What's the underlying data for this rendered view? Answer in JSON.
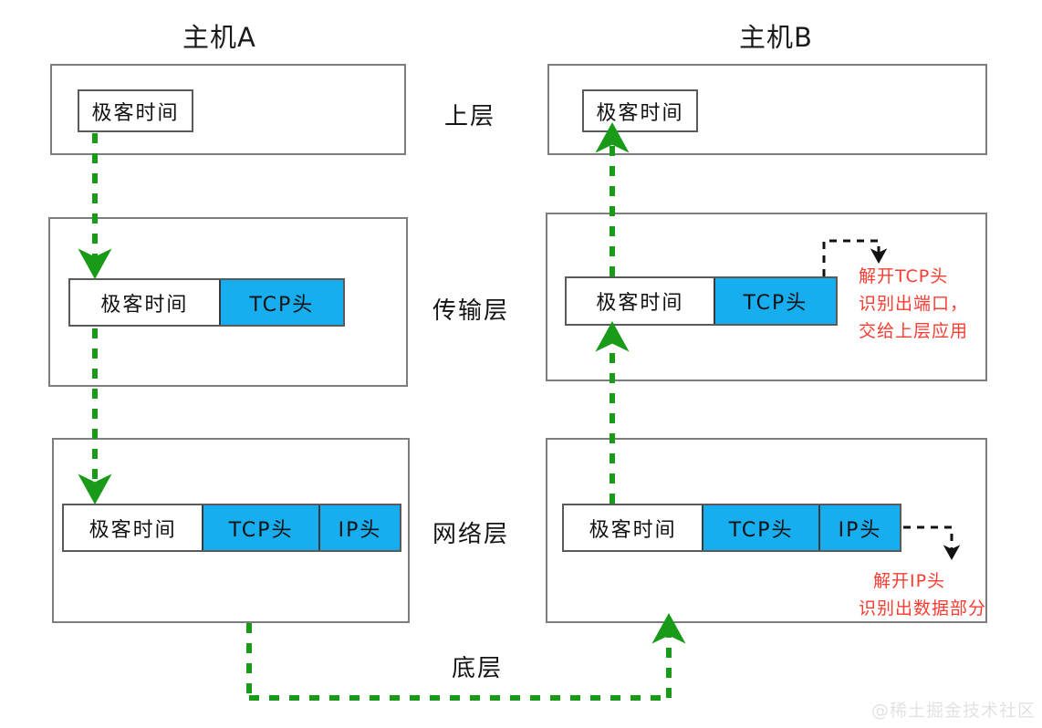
{
  "diagram": {
    "title_left": "主机A",
    "title_right": "主机B",
    "bottom_label": "底层",
    "watermark": "@稀土掘金技术社区",
    "colors": {
      "header_blue": "#17AEEF",
      "arrow_green": "#199A19",
      "note_red": "#FF3B30",
      "box_border": "#7d7d7d"
    }
  },
  "layers": [
    {
      "label": "上层"
    },
    {
      "label": "传输层"
    },
    {
      "label": "网络层"
    }
  ],
  "hostA": {
    "upper": {
      "data_label": "极客时间"
    },
    "transport": {
      "data_label": "极客时间",
      "tcp_label": "TCP头"
    },
    "network": {
      "data_label": "极客时间",
      "tcp_label": "TCP头",
      "ip_label": "IP头"
    }
  },
  "hostB": {
    "upper": {
      "data_label": "极客时间"
    },
    "transport": {
      "data_label": "极客时间",
      "tcp_label": "TCP头"
    },
    "network": {
      "data_label": "极客时间",
      "tcp_label": "TCP头",
      "ip_label": "IP头"
    }
  },
  "notes": {
    "transport": {
      "line1": "解开TCP头",
      "line2": "识别出端口，",
      "line3": "交给上层应用"
    },
    "network": {
      "line1": "解开IP头",
      "line2": "识别出数据部分"
    }
  }
}
